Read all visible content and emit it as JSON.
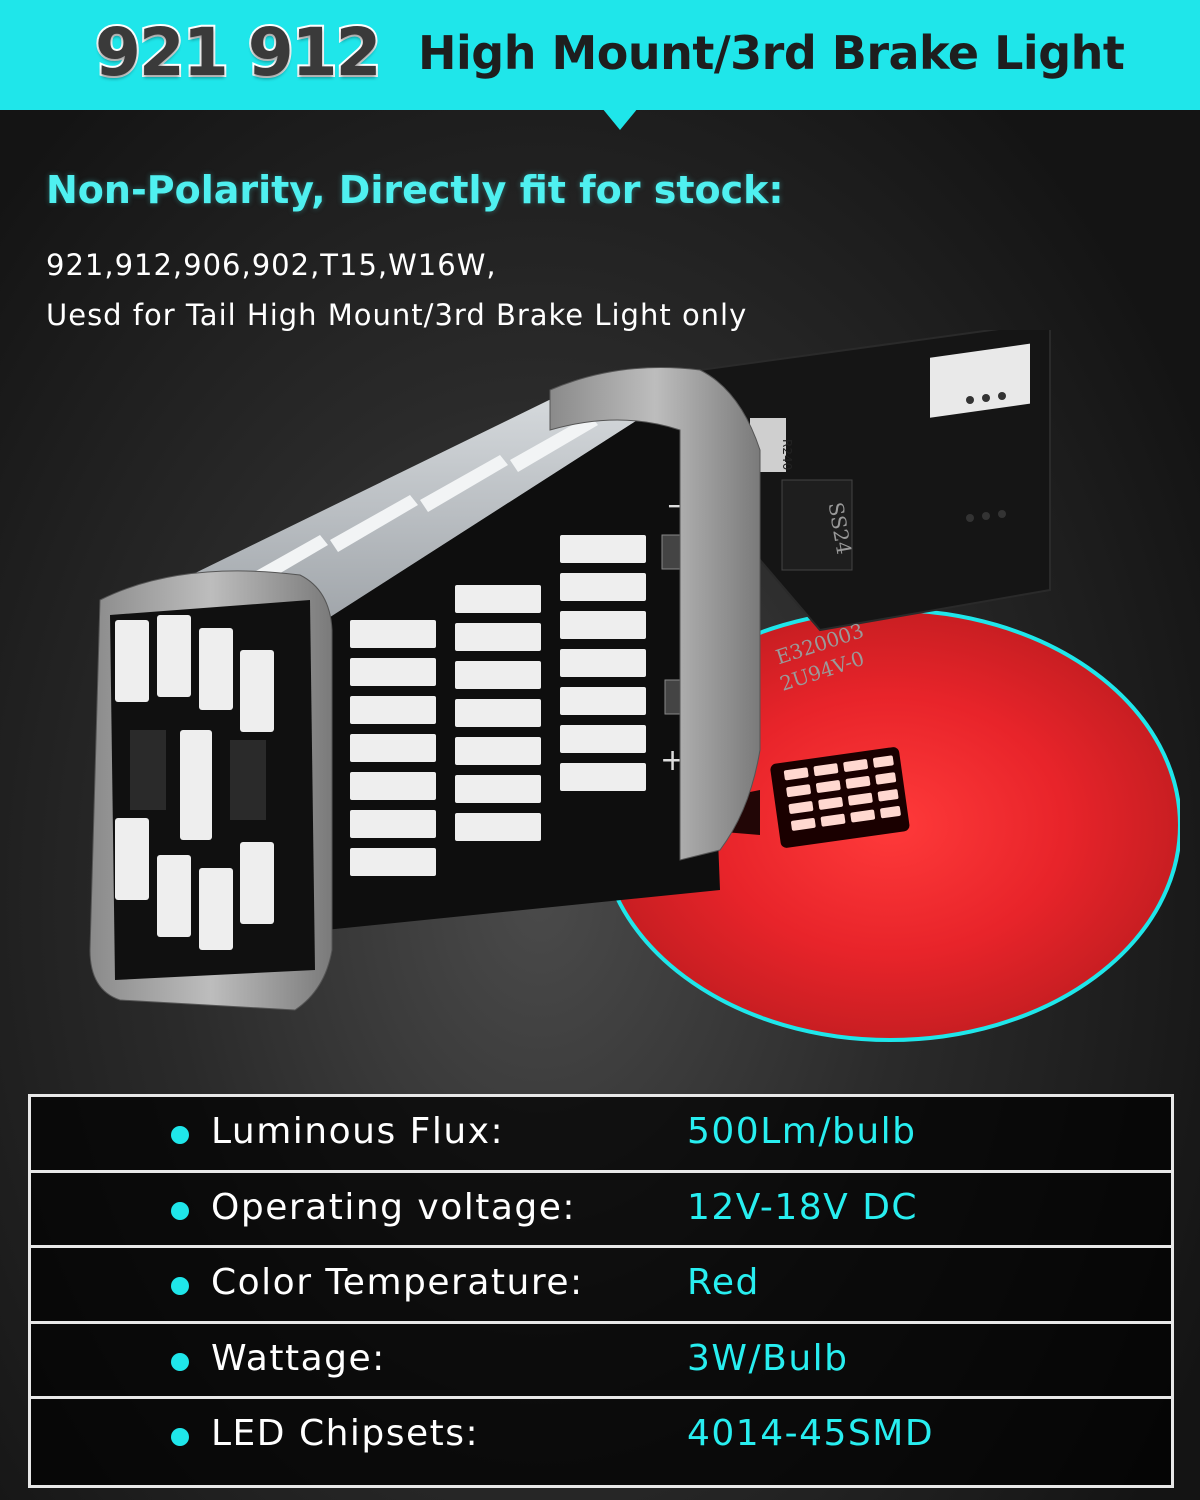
{
  "banner": {
    "model_number": "921 912",
    "title": "High Mount/3rd Brake Light"
  },
  "intro": {
    "heading": "Non-Polarity, Directly fit for stock:",
    "compatible_bulbs": "921,912,906,902,T15,W16W,",
    "usage_note": "Uesd for Tail High Mount/3rd Brake Light only"
  },
  "product": {
    "pcb_marking_resistor": "R240",
    "pcb_marking_diode": "SS24",
    "pcb_marking_cert": "E320003",
    "pcb_marking_rating": "2U94V-0",
    "polarity_minus": "−",
    "polarity_plus": "+"
  },
  "specs": [
    {
      "label": "Luminous Flux:",
      "value": "500Lm/bulb"
    },
    {
      "label": "Operating voltage:",
      "value": "12V-18V DC"
    },
    {
      "label": "Color Temperature:",
      "value": "Red"
    },
    {
      "label": "Wattage:",
      "value": "3W/Bulb"
    },
    {
      "label": "LED Chipsets:",
      "value": "4014-45SMD"
    }
  ],
  "colors": {
    "accent_cyan": "#1fe6ea",
    "lit_red": "#e8242a",
    "background": "#1a1a1a"
  }
}
